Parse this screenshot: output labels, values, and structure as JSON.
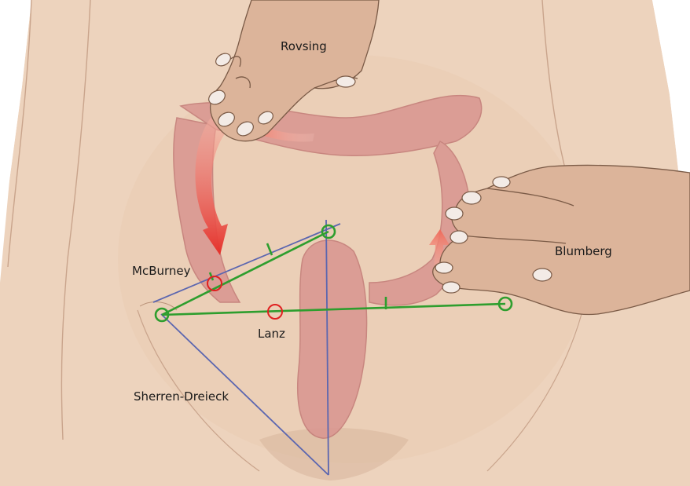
{
  "labels": {
    "rovsing": "Rovsing",
    "blumberg": "Blumberg",
    "mcburney": "McBurney",
    "lanz": "Lanz",
    "sherren": "Sherren-Dreieck"
  },
  "colors": {
    "skin": "#edd3bd",
    "skin_shadow": "#d7b49a",
    "colon": "#d99590",
    "colon_dark": "#c27a76",
    "hand": "#dcb49a",
    "nail": "#f3ebe6",
    "green_line": "#2e9e2e",
    "blue_line": "#5b66b0",
    "red_marker": "#e02020",
    "arrow": "#e53a2e"
  },
  "icons": {
    "rovsing_hand": "hand-palpating-icon",
    "blumberg_hand": "hand-release-icon",
    "rovsing_arrow": "curved-arrow-icon",
    "blumberg_arrow": "rebound-arrow-icon"
  }
}
